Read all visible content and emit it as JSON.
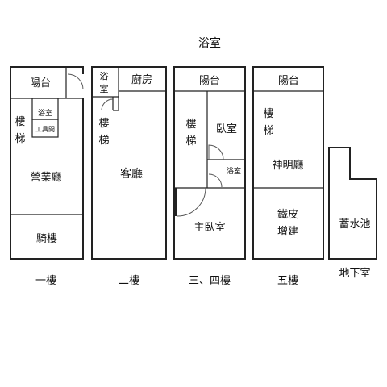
{
  "title": "浴室",
  "floors": {
    "f1": {
      "caption": "一樓",
      "rooms": {
        "balcony": "陽台",
        "bath": "浴室",
        "tool": "工具間",
        "stairs_a": "樓",
        "stairs_b": "梯",
        "hall": "營業廳",
        "arcade": "騎樓"
      }
    },
    "f2": {
      "caption": "二樓",
      "rooms": {
        "bath_a": "浴",
        "bath_b": "室",
        "kitchen": "廚房",
        "stairs_a": "樓",
        "stairs_b": "梯",
        "living": "客廳"
      }
    },
    "f34": {
      "caption": "三、四樓",
      "rooms": {
        "balcony": "陽台",
        "stairs_a": "樓",
        "stairs_b": "梯",
        "bedroom": "臥室",
        "bath": "浴室",
        "master": "主臥室"
      }
    },
    "f5": {
      "caption": "五樓",
      "rooms": {
        "balcony": "陽台",
        "stairs_a": "樓",
        "stairs_b": "梯",
        "shrine": "神明廳",
        "addition_a": "鐵皮",
        "addition_b": "增建"
      }
    },
    "basement": {
      "caption": "地下室",
      "rooms": {
        "tank": "蓄水池"
      }
    }
  }
}
